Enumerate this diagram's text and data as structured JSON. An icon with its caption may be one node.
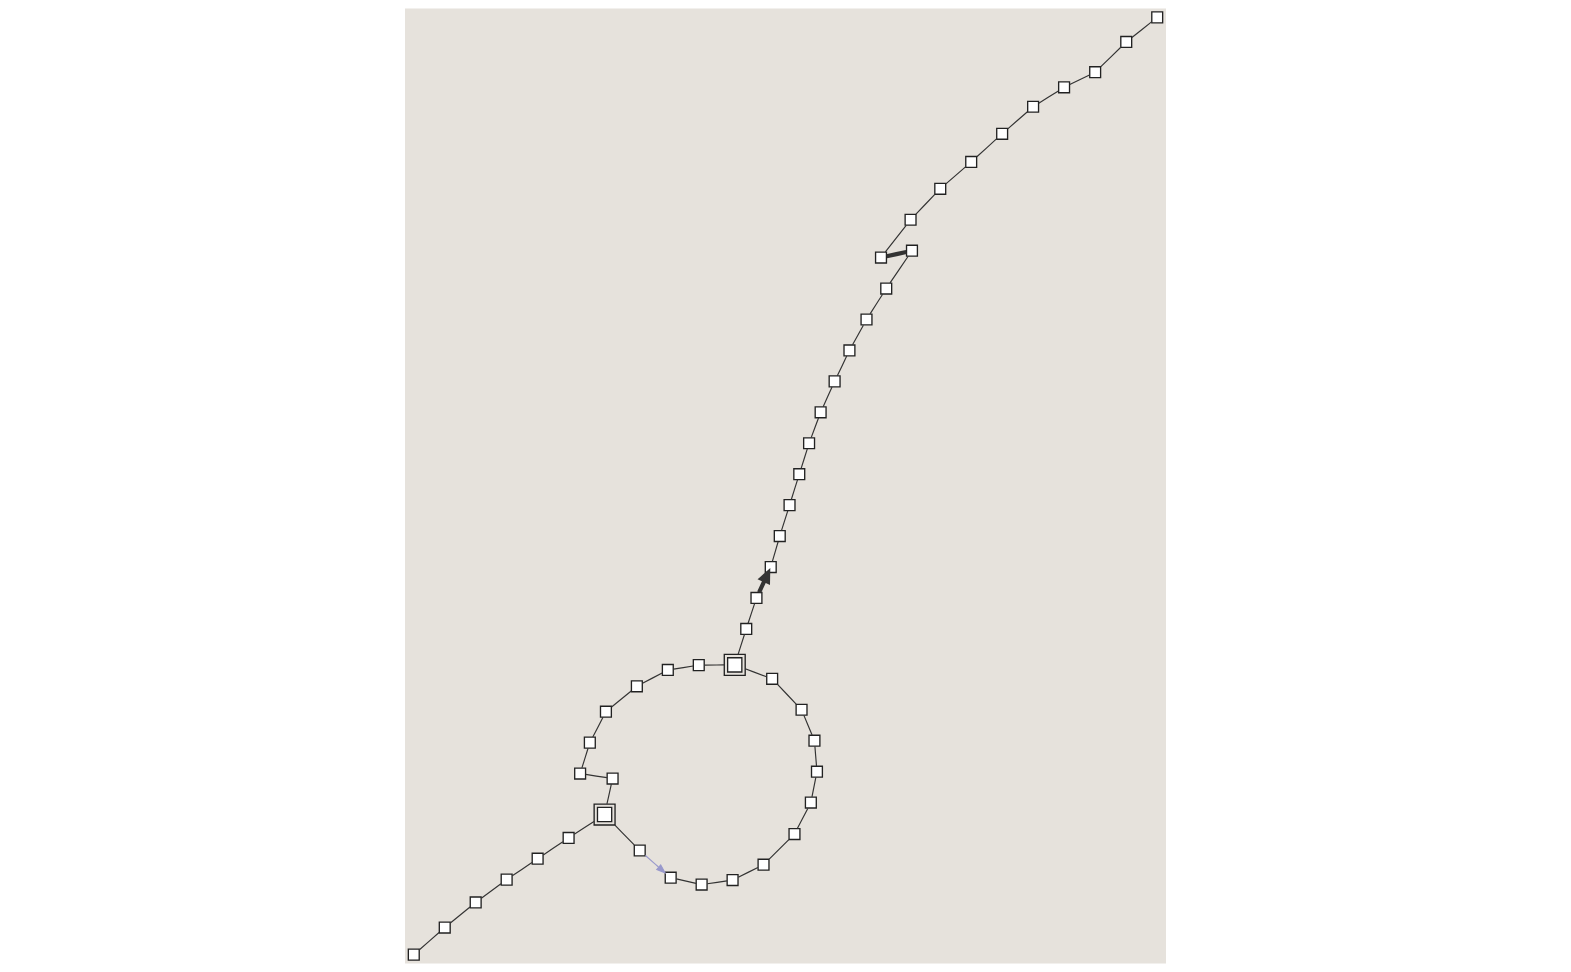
{
  "diagram": {
    "nodes": [
      {
        "text": [],
        "shape": "box"
      },
      {
        "text": [],
        "shape": "box"
      },
      {
        "text": [],
        "shape": "box"
      },
      {
        "text": [],
        "shape": "box"
      },
      {
        "text": [],
        "shape": "box"
      },
      {
        "text": [],
        "shape": "box"
      },
      {
        "text": [],
        "shape": "box"
      },
      {
        "text": [],
        "shape": "box"
      },
      {
        "text": [],
        "shape": "box"
      },
      {
        "text": [],
        "shape": "box"
      },
      {
        "text": [],
        "shape": "box"
      },
      {
        "text": [],
        "shape": "box"
      },
      {
        "text": [],
        "shape": "box"
      },
      {
        "text": [],
        "shape": "box"
      },
      {
        "text": [],
        "shape": "box"
      },
      {
        "text": [],
        "shape": "box"
      },
      {
        "text": [],
        "shape": "box"
      },
      {
        "text": [],
        "shape": "box"
      },
      {
        "text": [],
        "shape": "box"
      },
      {
        "text": [],
        "shape": "box"
      },
      {
        "text": [],
        "shape": "box"
      },
      {
        "text": [],
        "shape": "box"
      },
      {
        "text": [],
        "shape": "box"
      },
      {
        "text": [],
        "shape": "box"
      },
      {
        "text": [],
        "shape": "box"
      },
      {
        "text": [],
        "shape": "box"
      },
      {
        "text": [],
        "shape": "box"
      },
      {
        "text": [],
        "shape": "box"
      },
      {
        "text": [],
        "shape": "box"
      },
      {
        "text": [],
        "shape": "box"
      },
      {
        "text": [],
        "shape": "box"
      },
      {
        "text": [],
        "shape": "box"
      },
      {
        "text": [],
        "shape": "box"
      },
      {
        "text": [],
        "shape": "box"
      },
      {
        "text": [],
        "shape": "box"
      },
      {
        "text": [],
        "shape": "box"
      },
      {
        "text": [],
        "shape": "box"
      },
      {
        "text": [],
        "shape": "box"
      },
      {
        "text": [],
        "shape": "box"
      },
      {
        "text": [],
        "shape": "box"
      },
      {
        "text": [],
        "shape": "box"
      },
      {
        "text": [],
        "shape": "box"
      },
      {
        "text": [],
        "shape": "box"
      },
      {
        "text": [],
        "shape": "box"
      },
      {
        "text": [],
        "shape": "box"
      },
      {
        "text": [],
        "shape": "box"
      },
      {
        "text": [],
        "shape": "box"
      },
      {
        "text": [],
        "shape": "box"
      },
      {
        "text": [],
        "shape": "box"
      }
    ],
    "edges": [
      {
        "from": 0,
        "to": 1,
        "arrow": "none"
      },
      {
        "from": 1,
        "to": 2,
        "arrow": "none"
      },
      {
        "from": 2,
        "to": 3,
        "arrow": "none"
      },
      {
        "from": 3,
        "to": 4,
        "arrow": "none"
      },
      {
        "from": 4,
        "to": 5,
        "arrow": "none"
      },
      {
        "from": 5,
        "to": 6,
        "arrow": "none"
      },
      {
        "from": 0,
        "to": 7,
        "arrow": "none"
      },
      {
        "from": 7,
        "to": 8,
        "arrow": "to",
        "color": "#9999cc"
      },
      {
        "from": 8,
        "to": 9,
        "arrow": "none"
      },
      {
        "from": 9,
        "to": 10,
        "arrow": "none"
      },
      {
        "from": 10,
        "to": 11,
        "arrow": "none"
      },
      {
        "from": 11,
        "to": 12,
        "arrow": "none"
      },
      {
        "from": 12,
        "to": 13,
        "arrow": "none"
      },
      {
        "from": 13,
        "to": 14,
        "arrow": "none"
      },
      {
        "from": 14,
        "to": 15,
        "arrow": "none"
      },
      {
        "from": 15,
        "to": 16,
        "arrow": "none"
      },
      {
        "from": 16,
        "to": 17,
        "arrow": "none"
      },
      {
        "from": 17,
        "to": 18,
        "arrow": "none"
      },
      {
        "from": 0,
        "to": 19,
        "arrow": "none"
      },
      {
        "from": 19,
        "to": 20,
        "arrow": "none"
      },
      {
        "from": 20,
        "to": 21,
        "arrow": "none"
      },
      {
        "from": 21,
        "to": 22,
        "arrow": "none"
      },
      {
        "from": 22,
        "to": 23,
        "arrow": "none"
      },
      {
        "from": 23,
        "to": 24,
        "arrow": "none"
      },
      {
        "from": 24,
        "to": 25,
        "arrow": "none"
      },
      {
        "from": 25,
        "to": 18,
        "arrow": "none"
      },
      {
        "from": 26,
        "to": 27,
        "arrow": "none"
      },
      {
        "from": 27,
        "to": 28,
        "arrow": "none"
      },
      {
        "from": 28,
        "to": 29,
        "arrow": "none"
      },
      {
        "from": 29,
        "to": 30,
        "arrow": "none"
      },
      {
        "from": 30,
        "to": 31,
        "arrow": "none"
      },
      {
        "from": 31,
        "to": 32,
        "arrow": "none"
      },
      {
        "from": 32,
        "to": 33,
        "arrow": "none"
      },
      {
        "from": 33,
        "to": 34,
        "arrow": "none"
      },
      {
        "from": 34,
        "to": 35,
        "arrow": "none"
      },
      {
        "from": 35,
        "to": 36,
        "arrow": "none",
        "style": "thick"
      },
      {
        "from": 36,
        "to": 37,
        "arrow": "none"
      },
      {
        "from": 37,
        "to": 38,
        "arrow": "none"
      },
      {
        "from": 38,
        "to": 39,
        "arrow": "none"
      },
      {
        "from": 39,
        "to": 40,
        "arrow": "none"
      },
      {
        "from": 40,
        "to": 41,
        "arrow": "none"
      },
      {
        "from": 41,
        "to": 42,
        "arrow": "none"
      },
      {
        "from": 42,
        "to": 43,
        "arrow": "none"
      },
      {
        "from": 43,
        "to": 44,
        "arrow": "none"
      },
      {
        "from": 44,
        "to": 45,
        "arrow": "none"
      },
      {
        "from": 45,
        "to": 46,
        "arrow": "none"
      },
      {
        "from": 47,
        "to": 46,
        "arrow": "to",
        "style": "thick"
      },
      {
        "from": 47,
        "to": 48,
        "arrow": "none"
      },
      {
        "from": 48,
        "to": 18,
        "arrow": "none"
      }
    ]
  }
}
